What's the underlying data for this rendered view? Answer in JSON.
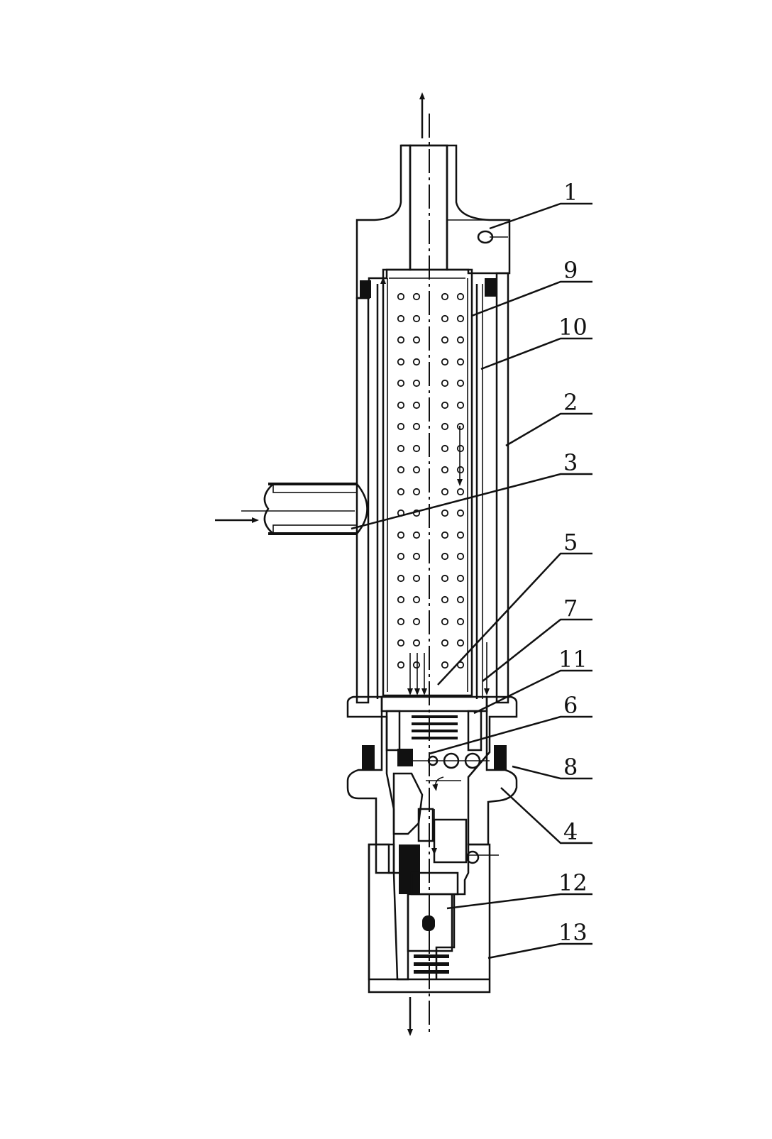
{
  "figure": {
    "labels": [
      "1",
      "9",
      "10",
      "2",
      "3",
      "5",
      "7",
      "11",
      "6",
      "8",
      "4",
      "12",
      "13"
    ]
  },
  "colors": {
    "ink": "#111111",
    "paper": "#ffffff"
  }
}
